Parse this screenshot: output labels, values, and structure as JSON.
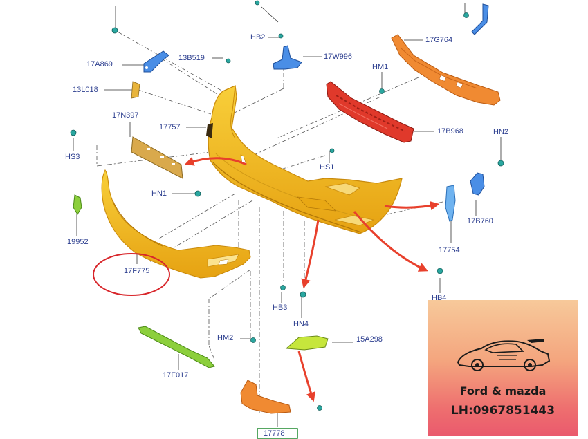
{
  "parts": {
    "p17A869": "17A869",
    "p13L018": "13L018",
    "p17N397": "17N397",
    "pHS3": "HS3",
    "p13B519": "13B519",
    "pHB2": "HB2",
    "p17W996": "17W996",
    "p17G764": "17G764",
    "pHM1": "HM1",
    "p17757": "17757",
    "p17B968": "17B968",
    "pHN2": "HN2",
    "pHS1": "HS1",
    "pHN1": "HN1",
    "p19952": "19952",
    "p17F775": "17F775",
    "p17B760": "17B760",
    "p17754": "17754",
    "pHB4": "HB4",
    "pHB3": "HB3",
    "pHN4": "HN4",
    "pHM2": "HM2",
    "p15A298": "15A298",
    "p17F017": "17F017",
    "p17778": "17778"
  },
  "promo": {
    "title": "Ford & mazda",
    "phone": "LH:0967851443"
  },
  "colors": {
    "label": "#2c3e8f",
    "bumper": "#f2b51b",
    "bumper_edge": "#c98a0c",
    "grille": "#e0392b",
    "reinforcement": "#f08a32",
    "bracket_blue": "#4a8ee6",
    "green_part": "#8ccf3c",
    "clip_teal": "#2aa7a0",
    "arrow_red": "#e8402c",
    "circle_red": "#d8262b",
    "box_green": "#1e8a2e"
  },
  "icons": {
    "car": "sports-car-icon"
  }
}
